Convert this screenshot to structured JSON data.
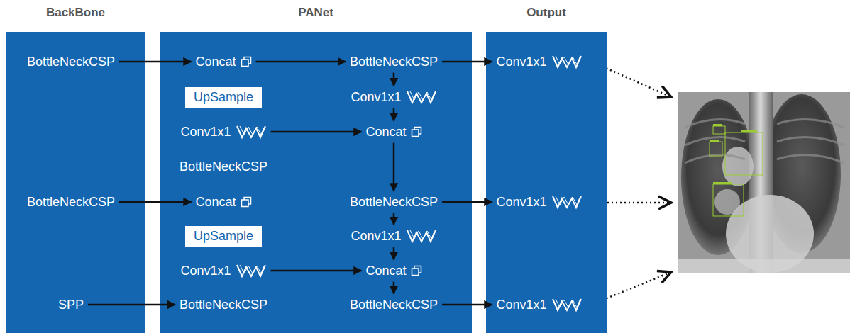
{
  "diagram": {
    "nodes": [
      {
        "text": [
          "BackBone"
        ]
      },
      {
        "text": [
          "BottleNeckCSP"
        ],
        "in": 0
      },
      {
        "text": [
          "BottleNeckCSP"
        ],
        "in": 0
      },
      {
        "text": [
          "SPP"
        ],
        "in": 0
      },
      {
        "text": [
          "PANet"
        ]
      },
      {
        "text": [
          "Concat"
        ],
        "in": 4
      },
      {
        "text": [
          "BottleNeckCSP"
        ],
        "in": 4
      },
      {
        "text": [
          "UpSample"
        ],
        "in": 4
      },
      {
        "text": [
          "Conv1x1"
        ],
        "in": 4
      },
      {
        "text": [
          "Conv1x1"
        ],
        "in": 4
      },
      {
        "text": [
          "Concat"
        ],
        "in": 4
      },
      {
        "text": [
          "BottleNeckCSP"
        ],
        "in": 4
      },
      {
        "text": [
          "Concat"
        ],
        "in": 4
      },
      {
        "text": [
          "BottleNeckCSP"
        ],
        "in": 4
      },
      {
        "text": [
          "UpSample"
        ],
        "in": 4
      },
      {
        "text": [
          "Conv1x1"
        ],
        "in": 4
      },
      {
        "text": [
          "Conv1x1"
        ],
        "in": 4
      },
      {
        "text": [
          "Concat"
        ],
        "in": 4
      },
      {
        "text": [
          "BottleNeckCSP"
        ],
        "in": 4
      },
      {
        "text": [
          "BottleNeckCSP"
        ],
        "in": 4
      },
      {
        "text": [
          "Output"
        ]
      },
      {
        "text": [
          "Conv1x1"
        ],
        "in": 20
      },
      {
        "text": [
          "Conv1x1"
        ],
        "in": 20
      },
      {
        "text": [
          "Conv1x1"
        ],
        "in": 20
      }
    ],
    "edges": [
      {
        "from": 1,
        "to": 5,
        "arrow": "to"
      },
      {
        "from": 5,
        "to": 6,
        "arrow": "to"
      },
      {
        "from": 6,
        "to": 21,
        "arrow": "to"
      },
      {
        "from": 6,
        "to": 8,
        "arrow": "to"
      },
      {
        "from": 8,
        "to": 10,
        "arrow": "to"
      },
      {
        "from": 9,
        "to": 10,
        "arrow": "to"
      },
      {
        "from": 10,
        "to": 13,
        "arrow": "to"
      },
      {
        "from": 2,
        "to": 12,
        "arrow": "to"
      },
      {
        "from": 13,
        "to": 22,
        "arrow": "to"
      },
      {
        "from": 13,
        "to": 15,
        "arrow": "to"
      },
      {
        "from": 15,
        "to": 17,
        "arrow": "to"
      },
      {
        "from": 16,
        "to": 17,
        "arrow": "to"
      },
      {
        "from": 17,
        "to": 19,
        "arrow": "to"
      },
      {
        "from": 3,
        "to": 18,
        "arrow": "to"
      },
      {
        "from": 19,
        "to": 23,
        "arrow": "to"
      }
    ]
  }
}
